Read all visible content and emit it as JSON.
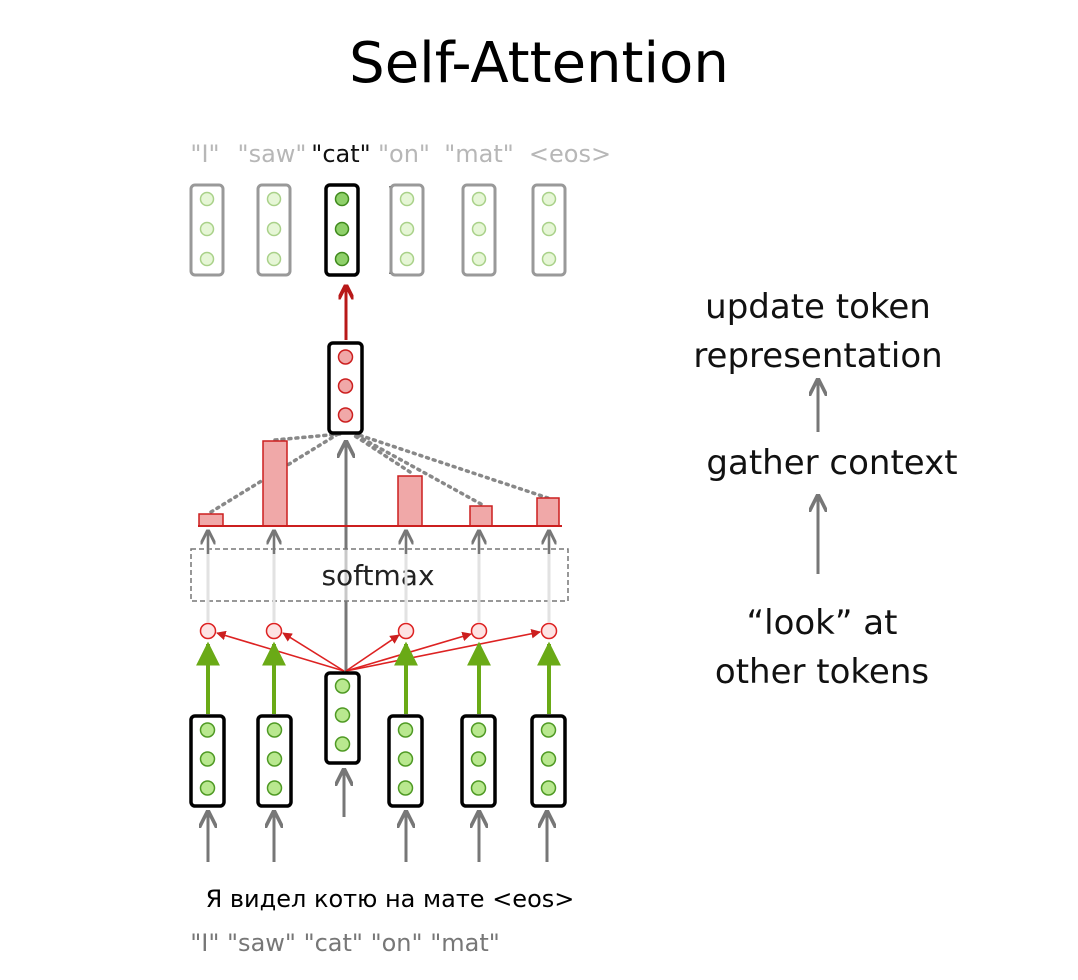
{
  "title": "Self-Attention",
  "output_tokens": [
    "\"I\"",
    "\"saw\"",
    "\"cat\"",
    "\"on\"",
    "\"mat\"",
    "<eos>"
  ],
  "input_sentence": "Я видел котю на мате <eos>",
  "input_gloss": "\"I\" \"saw\" \"cat\" \"on\" \"mat\"",
  "softmax_label": "softmax",
  "steps": {
    "update_line1": "update token",
    "update_line2": "representation",
    "gather": "gather context",
    "look_line1": "“look” at",
    "look_line2": "other tokens"
  },
  "attention_weights": [
    0.12,
    0.85,
    0.0,
    0.5,
    0.2,
    0.28
  ],
  "colors": {
    "green_fill": "#b9e88f",
    "green_stroke": "#4f9a24",
    "green_arrow": "#6aaa16",
    "red_fill": "#f0a8a8",
    "red_stroke": "#cc1f1f",
    "gray_arrow": "#777777"
  }
}
